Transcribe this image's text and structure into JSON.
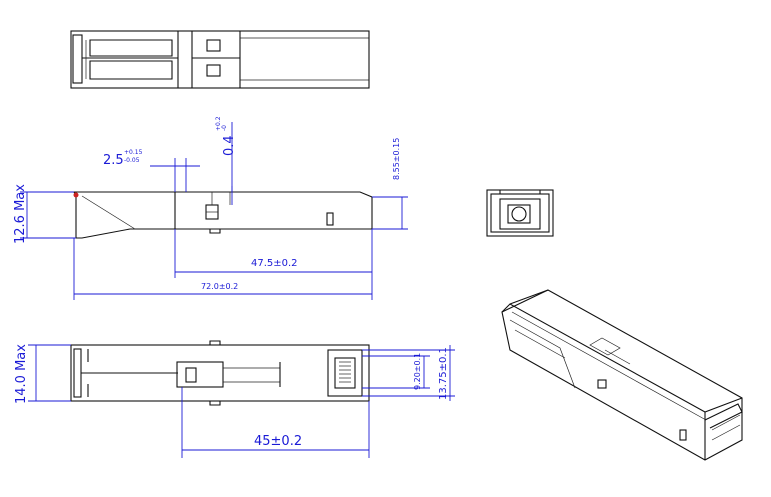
{
  "dimensions": {
    "front_offset": {
      "main": "2.5",
      "upper": "+0.15",
      "lower": "-0.05"
    },
    "latch_height": {
      "main": "0.4",
      "tol": "+0.2",
      "tol2": "-0"
    },
    "latch_rise": "8.55±0.15",
    "height_max": "12.6 Max",
    "length_short": "47.5±0.2",
    "length_total": "72.0±0.2",
    "width_max": "14.0 Max",
    "port_inner": "9.20±0.1",
    "port_outer": "13.75±0.1",
    "bottom_length": "45±0.2"
  },
  "colors": {
    "dimension": "#1a1ad6",
    "outline": "#111111",
    "marker": "#cc2222"
  }
}
